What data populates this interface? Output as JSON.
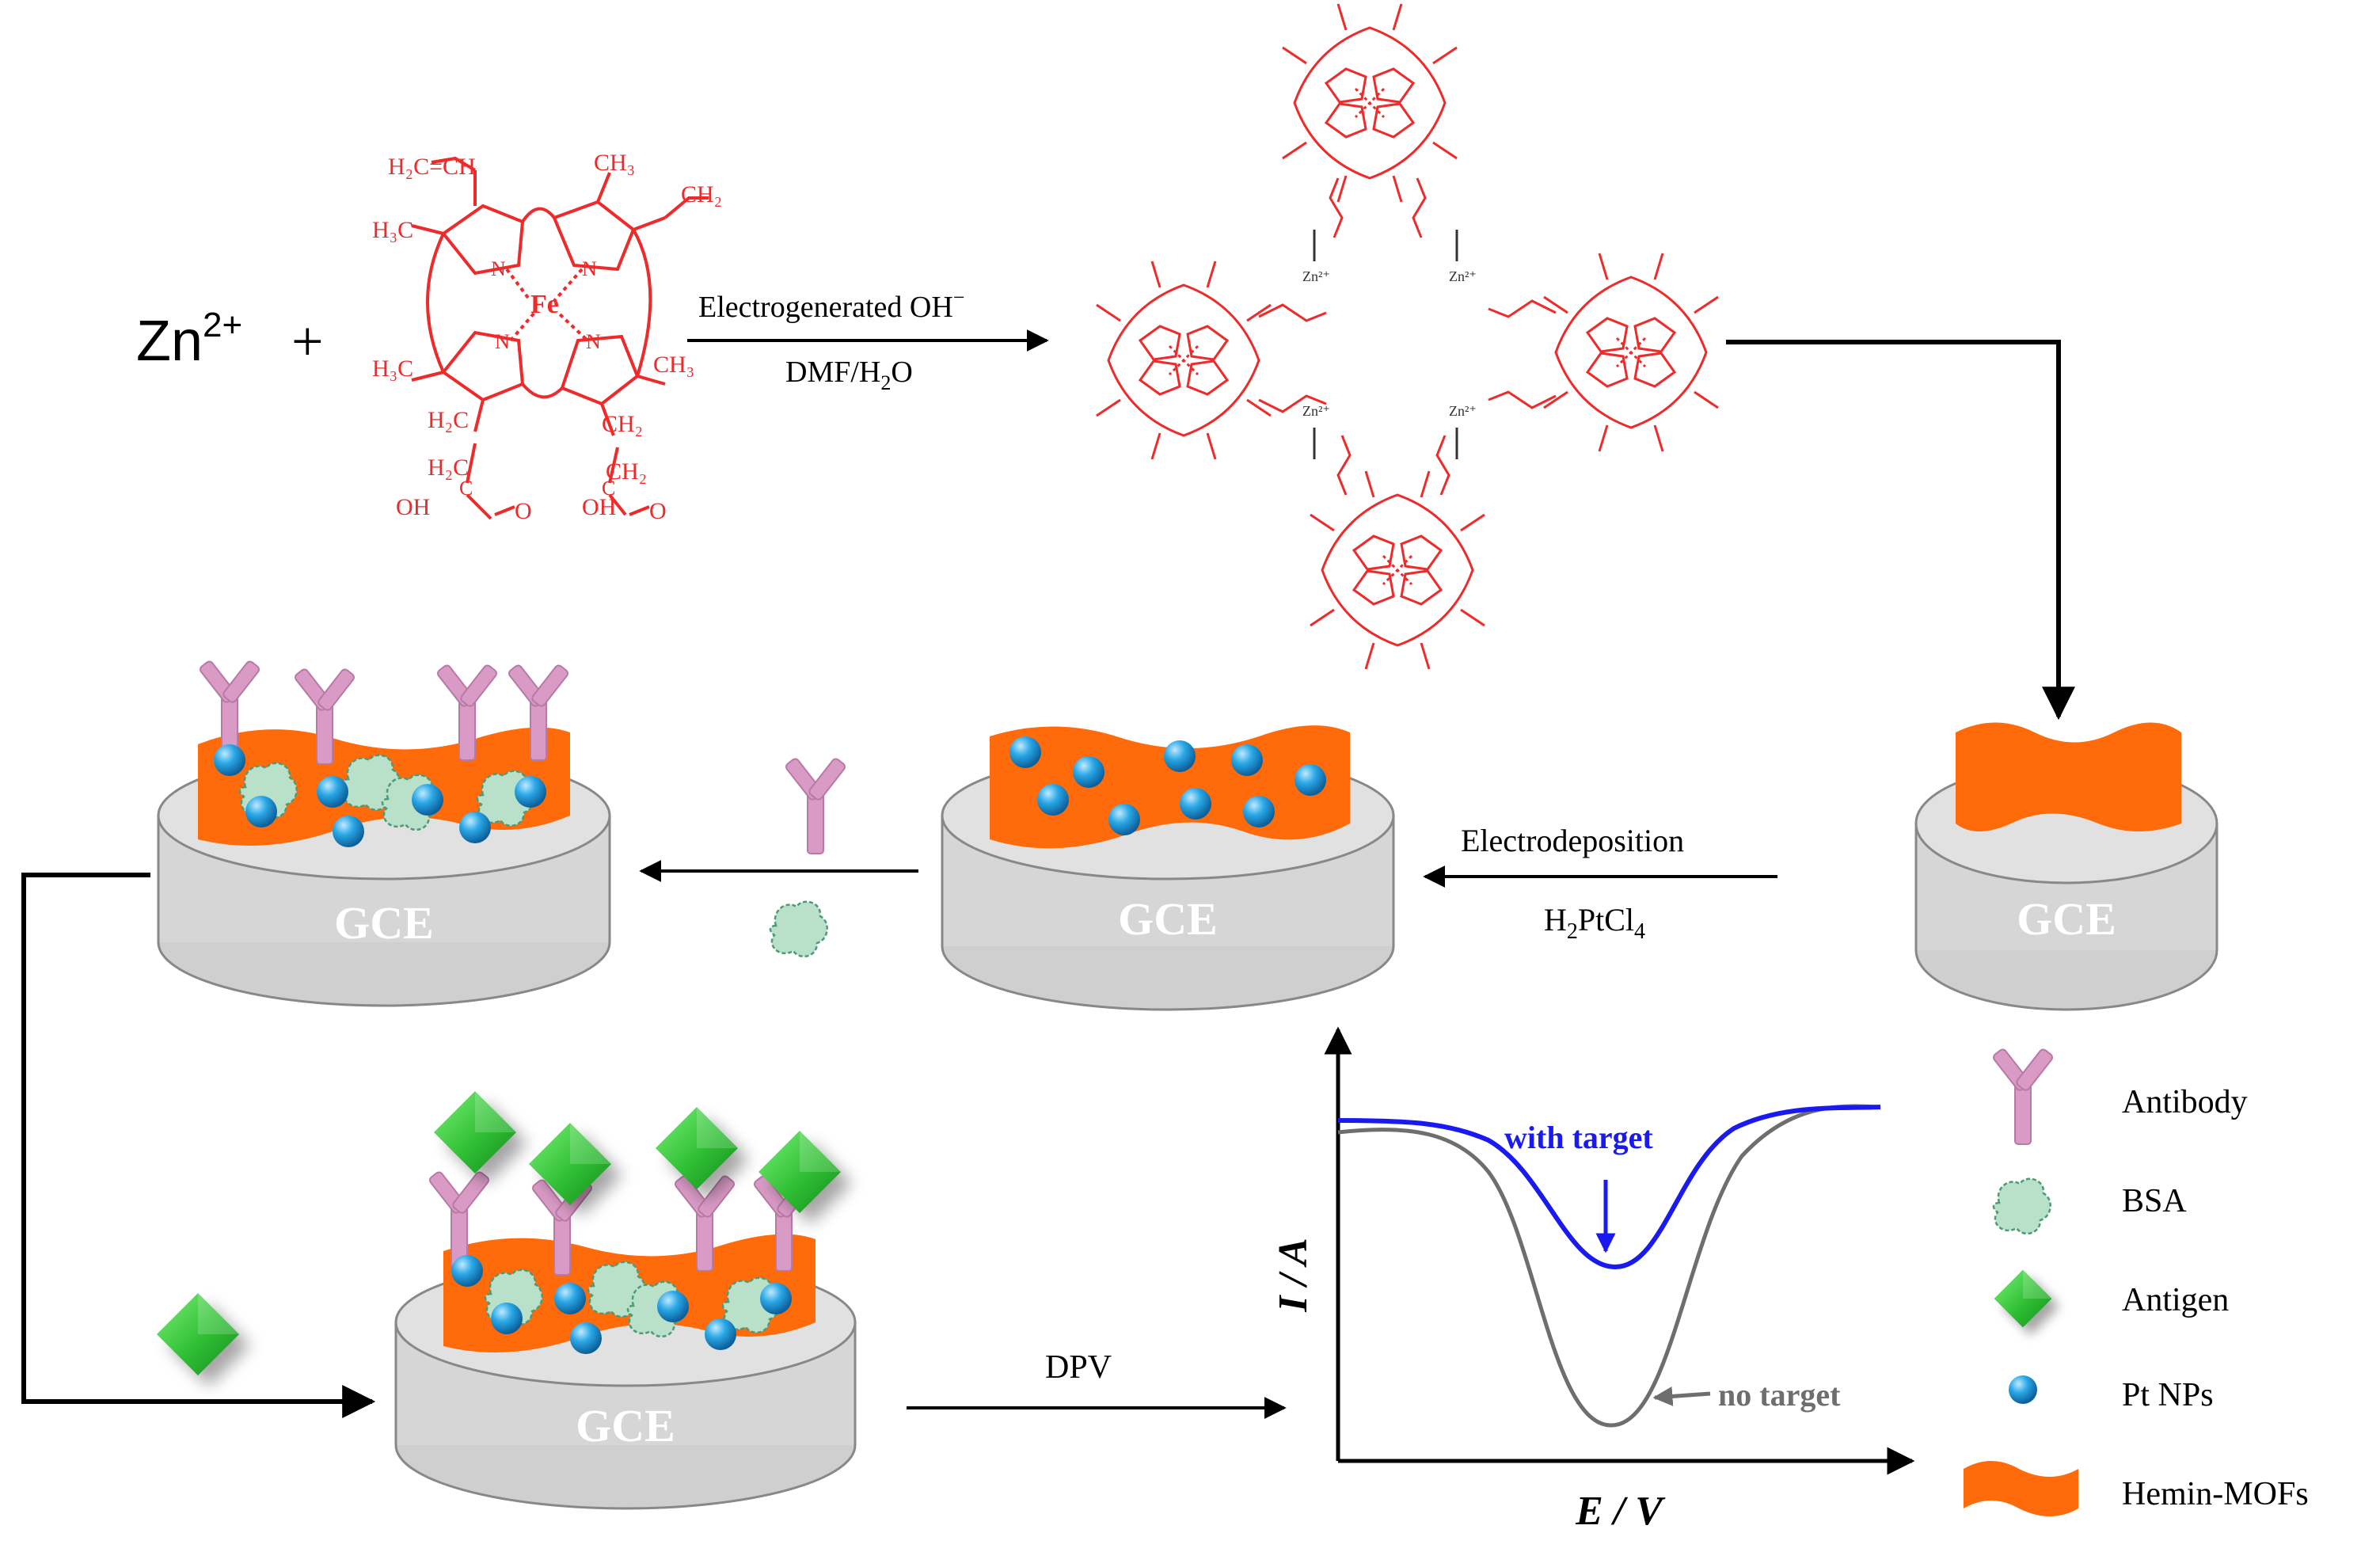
{
  "colors": {
    "molecule": "#ee2a2a",
    "mof_orange": "#ff6a0a",
    "electrode_gray": "#d4d4d4",
    "electrode_stroke": "#8c8c8c",
    "antibody": "#d99bc6",
    "bsa": "#b9e0c8",
    "antigen": "#35c93a",
    "pt_np": "#1aa0e0",
    "curve_target": "#1a1af0",
    "curve_notarget": "#6e6e6e",
    "arrow": "#000000"
  },
  "reaction": {
    "zn_label": "Zn",
    "zn_charge": "2+",
    "plus": "+",
    "arrow_top": "Electrogenerated OH",
    "arrow_top_sup": "−",
    "arrow_bottom_a": "DMF/H",
    "arrow_bottom_sub": "2",
    "arrow_bottom_b": "O"
  },
  "hemin": {
    "metal": "Fe",
    "vinyl_left": "H₂C=CH",
    "vinyl_right": "CH₂",
    "methyl_tl": "H₃C",
    "methyl_tr": "CH₃",
    "methyl_bl": "H₃C",
    "methyl_br": "CH₃",
    "n_label": "N",
    "ch2_left_a": "H₂C",
    "ch2_left_b": "H₂C",
    "ch2_right_a": "CH₂",
    "ch2_right_b": "CH₂",
    "oh_left": "OH",
    "o_left": "O",
    "c_left": "C",
    "oh_right": "OH",
    "o_right": "O",
    "c_right": "C"
  },
  "mof": {
    "zn_node": "Zn²⁺"
  },
  "electrodes": {
    "label": "GCE"
  },
  "steps": {
    "electrodeposition_top": "Electrodeposition",
    "electrodeposition_bottom_a": "H",
    "electrodeposition_bottom_sub1": "2",
    "electrodeposition_bottom_b": "PtCl",
    "electrodeposition_bottom_sub2": "4",
    "dpv": "DPV"
  },
  "plot": {
    "ylabel": "I / A",
    "xlabel": "E / V",
    "with_target": "with target",
    "no_target": "no target"
  },
  "legend": [
    {
      "icon": "antibody",
      "label": "Antibody"
    },
    {
      "icon": "bsa",
      "label": "BSA"
    },
    {
      "icon": "antigen",
      "label": "Antigen"
    },
    {
      "icon": "pt",
      "label": "Pt NPs"
    },
    {
      "icon": "mof",
      "label": "Hemin-MOFs"
    }
  ]
}
